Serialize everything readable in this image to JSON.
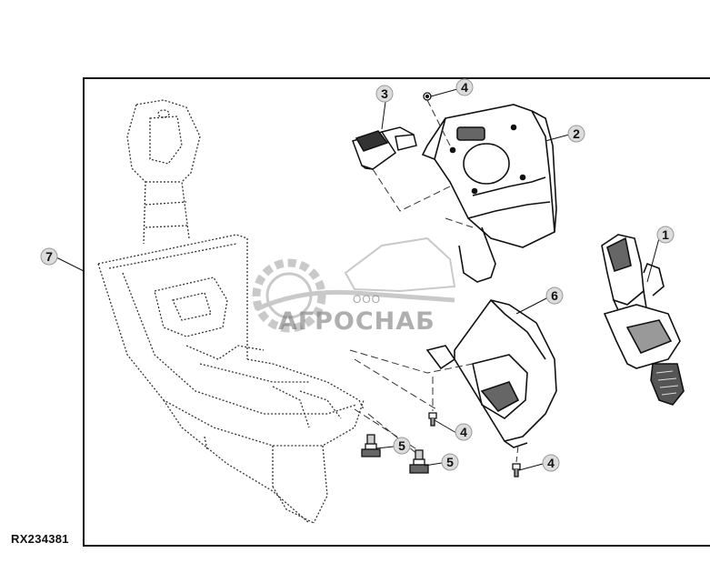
{
  "figure_ref": "RX234381",
  "watermark": {
    "company": "АГРОСНАБ",
    "prefix": "ООО"
  },
  "callouts": [
    {
      "label": "1"
    },
    {
      "label": "2"
    },
    {
      "label": "3"
    },
    {
      "label": "4"
    },
    {
      "label": "4"
    },
    {
      "label": "4"
    },
    {
      "label": "5"
    },
    {
      "label": "5"
    },
    {
      "label": "6"
    },
    {
      "label": "7"
    }
  ]
}
